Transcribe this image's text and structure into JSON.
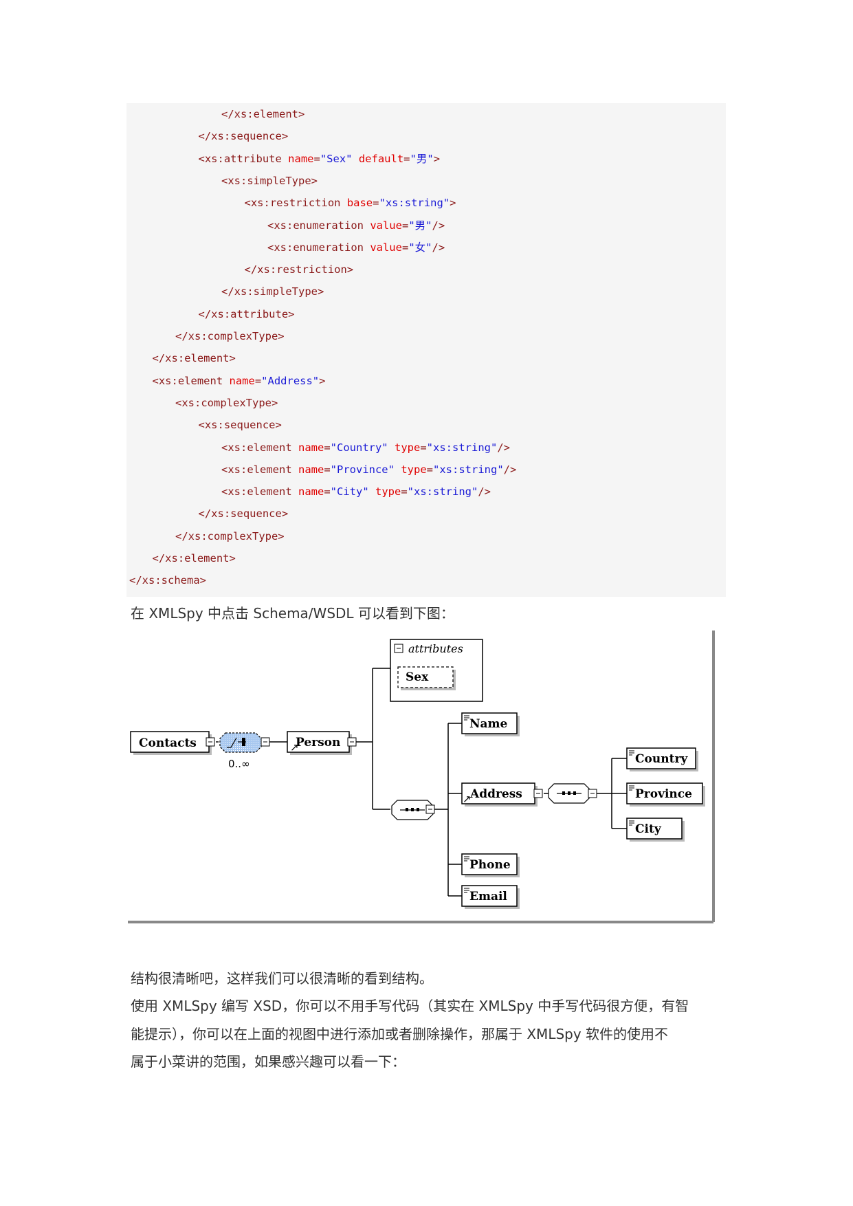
{
  "code": {
    "lines": [
      {
        "indent": 4,
        "parts": [
          [
            "t",
            "</xs:element>"
          ]
        ]
      },
      {
        "indent": 3,
        "parts": [
          [
            "t",
            "</xs:sequence>"
          ]
        ]
      },
      {
        "indent": 3,
        "parts": [
          [
            "t",
            "<xs:attribute "
          ],
          [
            "a",
            "name"
          ],
          [
            "t",
            "="
          ],
          [
            "v",
            "\"Sex\""
          ],
          [
            "t",
            " "
          ],
          [
            "a",
            "default"
          ],
          [
            "t",
            "="
          ],
          [
            "v",
            "\"男\""
          ],
          [
            "t",
            ">"
          ]
        ]
      },
      {
        "indent": 4,
        "parts": [
          [
            "t",
            "<xs:simpleType>"
          ]
        ]
      },
      {
        "indent": 5,
        "parts": [
          [
            "t",
            "<xs:restriction "
          ],
          [
            "a",
            "base"
          ],
          [
            "t",
            "="
          ],
          [
            "v",
            "\"xs:string\""
          ],
          [
            "t",
            ">"
          ]
        ]
      },
      {
        "indent": 6,
        "parts": [
          [
            "t",
            "<xs:enumeration "
          ],
          [
            "a",
            "value"
          ],
          [
            "t",
            "="
          ],
          [
            "v",
            "\"男\""
          ],
          [
            "t",
            "/>"
          ]
        ]
      },
      {
        "indent": 6,
        "parts": [
          [
            "t",
            "<xs:enumeration "
          ],
          [
            "a",
            "value"
          ],
          [
            "t",
            "="
          ],
          [
            "v",
            "\"女\""
          ],
          [
            "t",
            "/>"
          ]
        ]
      },
      {
        "indent": 5,
        "parts": [
          [
            "t",
            "</xs:restriction>"
          ]
        ]
      },
      {
        "indent": 4,
        "parts": [
          [
            "t",
            "</xs:simpleType>"
          ]
        ]
      },
      {
        "indent": 3,
        "parts": [
          [
            "t",
            "</xs:attribute>"
          ]
        ]
      },
      {
        "indent": 2,
        "parts": [
          [
            "t",
            "</xs:complexType>"
          ]
        ]
      },
      {
        "indent": 1,
        "parts": [
          [
            "t",
            "</xs:element>"
          ]
        ]
      },
      {
        "indent": 1,
        "parts": [
          [
            "t",
            "<xs:element "
          ],
          [
            "a",
            "name"
          ],
          [
            "t",
            "="
          ],
          [
            "v",
            "\"Address\""
          ],
          [
            "t",
            ">"
          ]
        ]
      },
      {
        "indent": 2,
        "parts": [
          [
            "t",
            "<xs:complexType>"
          ]
        ]
      },
      {
        "indent": 3,
        "parts": [
          [
            "t",
            "<xs:sequence>"
          ]
        ]
      },
      {
        "indent": 4,
        "parts": [
          [
            "t",
            "<xs:element "
          ],
          [
            "a",
            "name"
          ],
          [
            "t",
            "="
          ],
          [
            "v",
            "\"Country\""
          ],
          [
            "t",
            " "
          ],
          [
            "a",
            "type"
          ],
          [
            "t",
            "="
          ],
          [
            "v",
            "\"xs:string\""
          ],
          [
            "t",
            "/>"
          ]
        ]
      },
      {
        "indent": 4,
        "parts": [
          [
            "t",
            "<xs:element "
          ],
          [
            "a",
            "name"
          ],
          [
            "t",
            "="
          ],
          [
            "v",
            "\"Province\""
          ],
          [
            "t",
            " "
          ],
          [
            "a",
            "type"
          ],
          [
            "t",
            "="
          ],
          [
            "v",
            "\"xs:string\""
          ],
          [
            "t",
            "/>"
          ]
        ]
      },
      {
        "indent": 4,
        "parts": [
          [
            "t",
            "<xs:element "
          ],
          [
            "a",
            "name"
          ],
          [
            "t",
            "="
          ],
          [
            "v",
            "\"City\""
          ],
          [
            "t",
            " "
          ],
          [
            "a",
            "type"
          ],
          [
            "t",
            "="
          ],
          [
            "v",
            "\"xs:string\""
          ],
          [
            "t",
            "/>"
          ]
        ]
      },
      {
        "indent": 3,
        "parts": [
          [
            "t",
            "</xs:sequence>"
          ]
        ]
      },
      {
        "indent": 2,
        "parts": [
          [
            "t",
            "</xs:complexType>"
          ]
        ]
      },
      {
        "indent": 1,
        "parts": [
          [
            "t",
            "</xs:element>"
          ]
        ]
      },
      {
        "indent": 0,
        "parts": [
          [
            "t",
            "</xs:schema>"
          ]
        ]
      }
    ]
  },
  "text": {
    "intro": "在 XMLSpy 中点击 Schema/WSDL 可以看到下图：",
    "para1": "结构很清晰吧，这样我们可以很清晰的看到结构。",
    "para2_l1": "使用 XMLSpy 编写 XSD，你可以不用手写代码（其实在 XMLSpy 中手写代码很方便，有智",
    "para2_l2": "能提示），你可以在上面的视图中进行添加或者删除操作，那属于 XMLSpy 软件的使用不",
    "para2_l3": "属于小菜讲的范围，如果感兴趣可以看一下："
  },
  "diagram": {
    "root": "Contacts",
    "cardinality": "0..∞",
    "person": "Person",
    "attributes_label": "attributes",
    "attribute": "Sex",
    "children": [
      "Name",
      "Address",
      "Phone",
      "Email"
    ],
    "address_children": [
      "Country",
      "Province",
      "City"
    ]
  }
}
